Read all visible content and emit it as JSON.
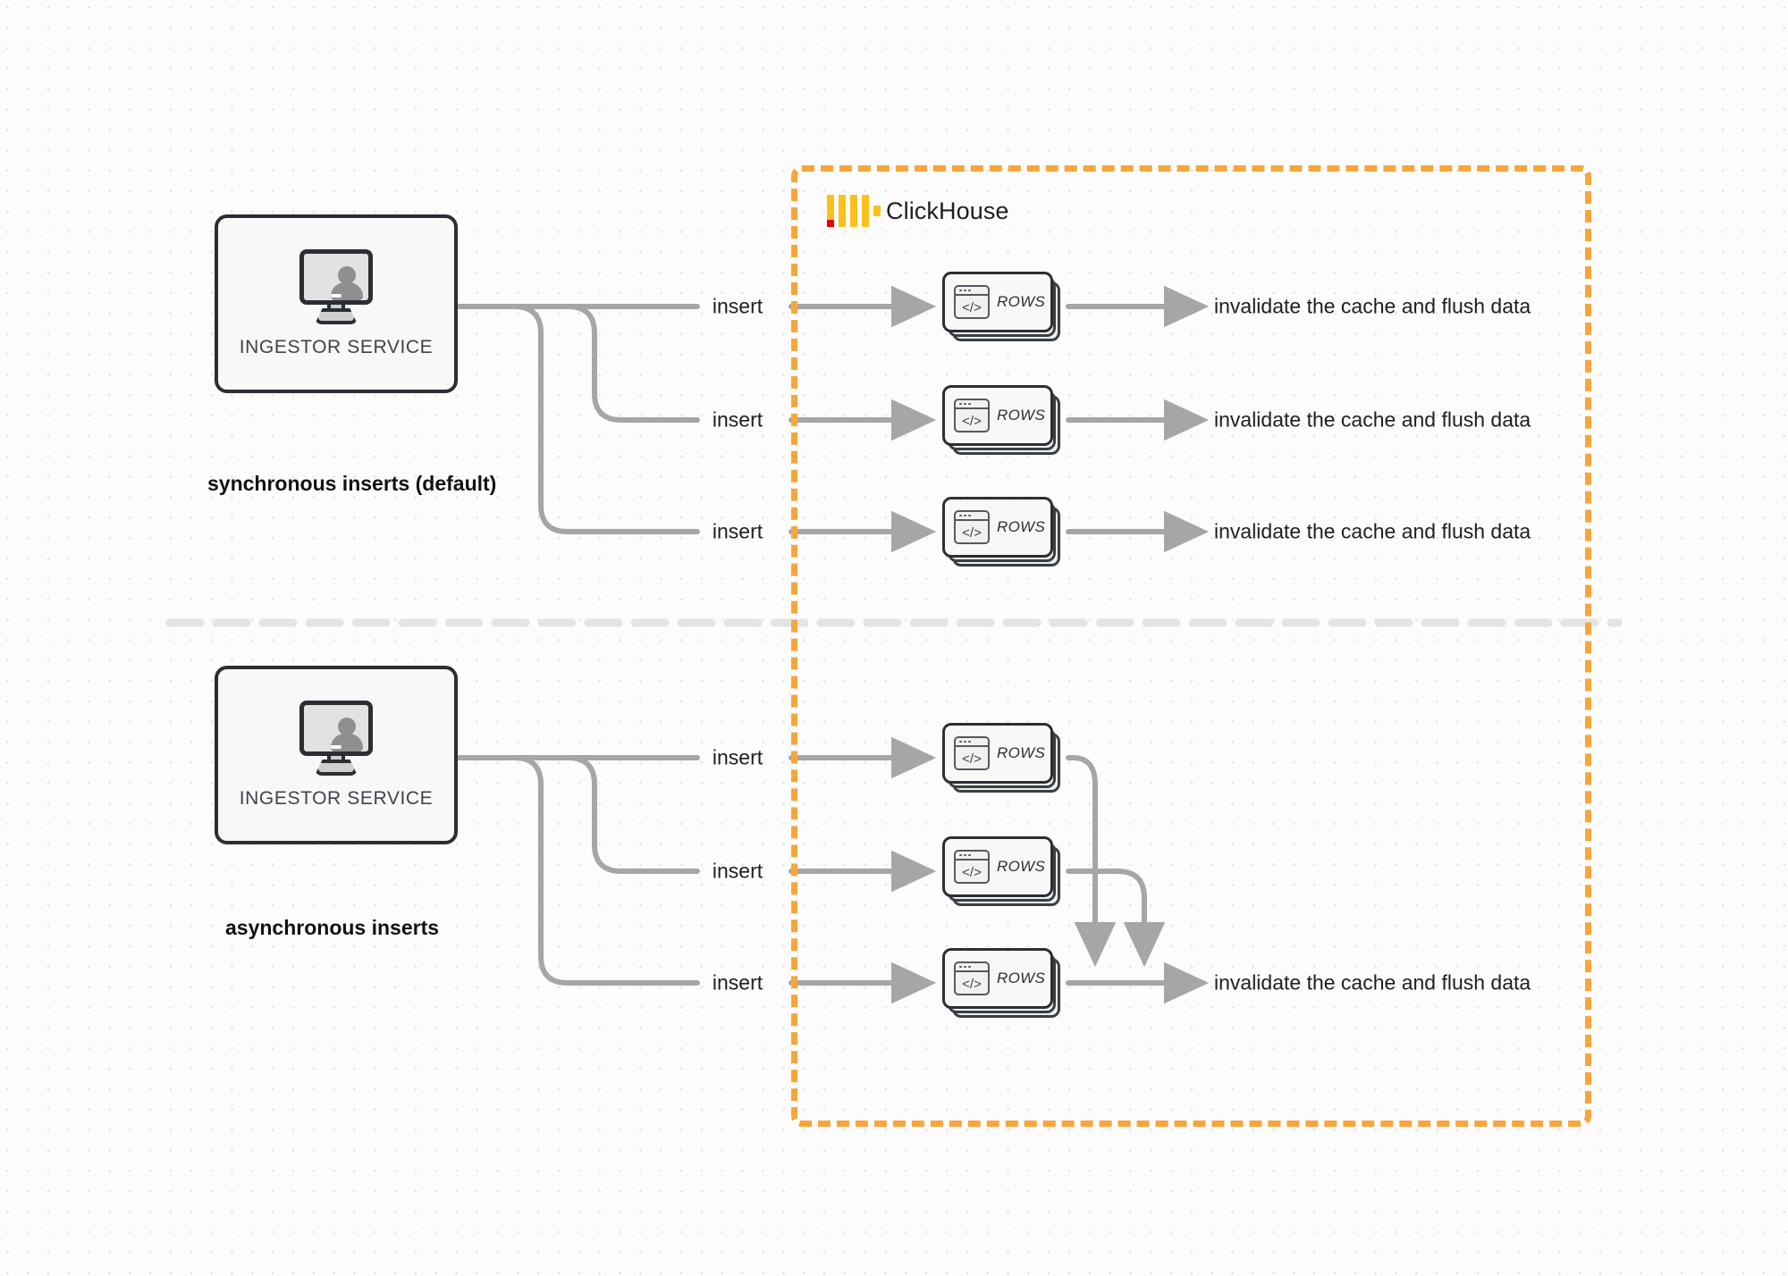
{
  "diagram": {
    "title": "ClickHouse synchronous vs asynchronous inserts",
    "background_color": "#fcfcfc",
    "accent_color": "#f9a53b"
  },
  "clickhouse_frame": {
    "name": "ClickHouse",
    "logo_icon": "clickhouse-logo-icon",
    "border_color": "#f9a53b",
    "border_style": "dashed"
  },
  "sections": [
    {
      "id": "sync",
      "caption": "synchronous inserts (default)",
      "ingestor": {
        "label": "INGESTOR SERVICE",
        "icon": "monitor-user-icon"
      },
      "flows": [
        {
          "insert_label": "insert",
          "node_label": "ROWS",
          "node_icon": "code-window-icon",
          "output_label": "invalidate the cache and flush data"
        },
        {
          "insert_label": "insert",
          "node_label": "ROWS",
          "node_icon": "code-window-icon",
          "output_label": "invalidate the cache and flush data"
        },
        {
          "insert_label": "insert",
          "node_label": "ROWS",
          "node_icon": "code-window-icon",
          "output_label": "invalidate the cache and flush data"
        }
      ]
    },
    {
      "id": "async",
      "caption": "asynchronous inserts",
      "ingestor": {
        "label": "INGESTOR SERVICE",
        "icon": "monitor-user-icon"
      },
      "flows": [
        {
          "insert_label": "insert",
          "node_label": "ROWS",
          "node_icon": "code-window-icon"
        },
        {
          "insert_label": "insert",
          "node_label": "ROWS",
          "node_icon": "code-window-icon"
        },
        {
          "insert_label": "insert",
          "node_label": "ROWS",
          "node_icon": "code-window-icon"
        }
      ],
      "merged_output_label": "invalidate the cache and flush data"
    }
  ],
  "divider": {
    "style": "dashed",
    "color": "#e2e2e2"
  }
}
